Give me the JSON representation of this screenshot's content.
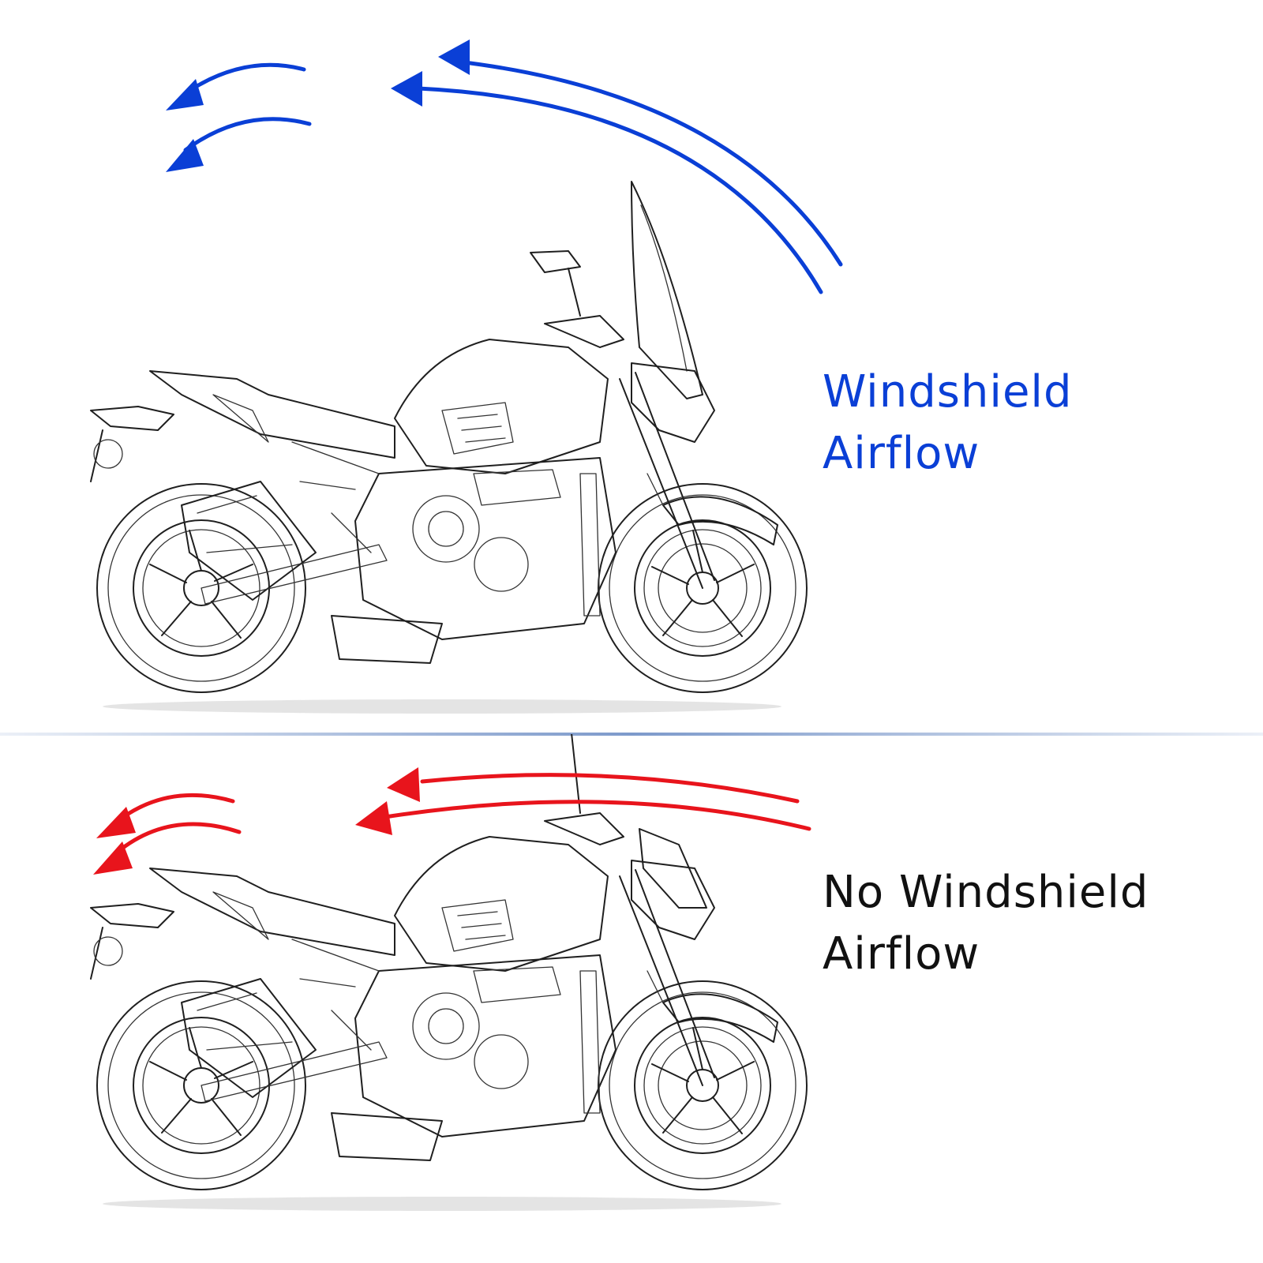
{
  "panels": {
    "with_windshield": {
      "label_line1": "Windshield",
      "label_line2": "Airflow",
      "color": "#0a3fd6"
    },
    "no_windshield": {
      "label_line1": "No Windshield",
      "label_line2": "Airflow",
      "color": "#e8141c"
    }
  },
  "divider_color": "#7d9acb",
  "text_color": "#111111"
}
